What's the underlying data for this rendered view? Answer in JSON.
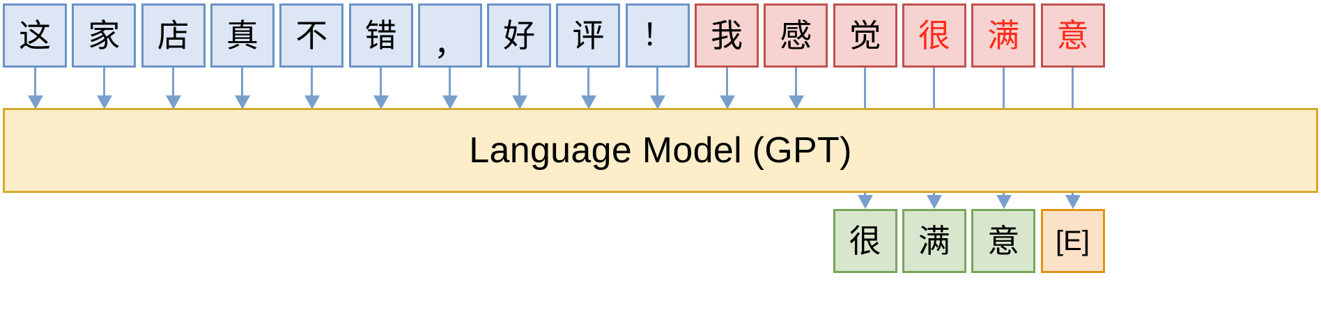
{
  "diagram": {
    "title": "Language Model autoregressive generation diagram",
    "model_box": {
      "label": "Language Model (GPT)",
      "fill": "#fdeec9",
      "stroke": "#d4a92a"
    },
    "colors": {
      "prompt_fill": "#dce6f5",
      "prompt_stroke": "#6a92c8",
      "context_fill": "#f6d3d0",
      "context_stroke": "#c0504d",
      "output_fill": "#d7e6cd",
      "output_stroke": "#77a657",
      "eos_fill": "#fbe1c8",
      "eos_stroke": "#e09212",
      "arrow": "#7a9fcc",
      "highlight_text": "#ff2a1a",
      "default_text": "#000000"
    },
    "input_tokens": [
      {
        "text": "这",
        "kind": "prompt",
        "text_color": "default",
        "arrow": "arrow"
      },
      {
        "text": "家",
        "kind": "prompt",
        "text_color": "default",
        "arrow": "arrow"
      },
      {
        "text": "店",
        "kind": "prompt",
        "text_color": "default",
        "arrow": "arrow"
      },
      {
        "text": "真",
        "kind": "prompt",
        "text_color": "default",
        "arrow": "arrow"
      },
      {
        "text": "不",
        "kind": "prompt",
        "text_color": "default",
        "arrow": "arrow"
      },
      {
        "text": "错",
        "kind": "prompt",
        "text_color": "default",
        "arrow": "arrow"
      },
      {
        "text": "，",
        "kind": "prompt",
        "text_color": "default",
        "arrow": "arrow"
      },
      {
        "text": "好",
        "kind": "prompt",
        "text_color": "default",
        "arrow": "arrow"
      },
      {
        "text": "评",
        "kind": "prompt",
        "text_color": "default",
        "arrow": "arrow"
      },
      {
        "text": "！",
        "kind": "prompt",
        "text_color": "default",
        "arrow": "arrow"
      },
      {
        "text": "我",
        "kind": "context",
        "text_color": "default",
        "arrow": "arrow"
      },
      {
        "text": "感",
        "kind": "context",
        "text_color": "default",
        "arrow": "arrow"
      },
      {
        "text": "觉",
        "kind": "context",
        "text_color": "default",
        "arrow": "line"
      },
      {
        "text": "很",
        "kind": "context",
        "text_color": "highlight",
        "arrow": "line"
      },
      {
        "text": "满",
        "kind": "context",
        "text_color": "highlight",
        "arrow": "line"
      },
      {
        "text": "意",
        "kind": "context",
        "text_color": "highlight",
        "arrow": "line"
      }
    ],
    "output_tokens": [
      {
        "text": "很",
        "kind": "output",
        "column": 13
      },
      {
        "text": "满",
        "kind": "output",
        "column": 14
      },
      {
        "text": "意",
        "kind": "output",
        "column": 15
      },
      {
        "text": "[E]",
        "kind": "eos",
        "column": 16
      }
    ]
  }
}
